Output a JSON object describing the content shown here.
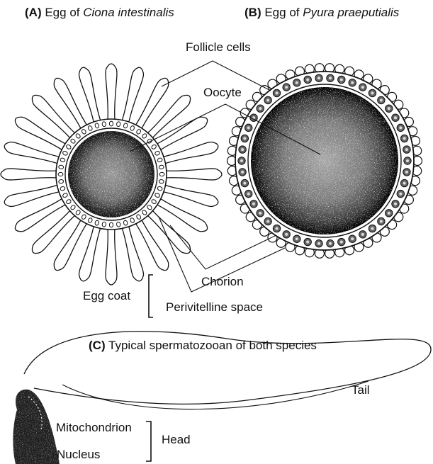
{
  "panels": {
    "a": {
      "letter": "(A)",
      "prefix": "Egg of",
      "species": "Ciona intestinalis"
    },
    "b": {
      "letter": "(B)",
      "prefix": "Egg of",
      "species": "Pyura praeputialis"
    },
    "c": {
      "letter": "(C)",
      "caption": "Typical spermatozooan of both species"
    }
  },
  "labels": {
    "follicle_cells": "Follicle cells",
    "oocyte": "Oocyte",
    "chorion": "Chorion",
    "egg_coat": "Egg coat",
    "perivitelline_space": "Perivitelline space",
    "tail": "Tail",
    "mitochondrion": "Mitochondrion",
    "nucleus": "Nucleus",
    "head": "Head"
  }
}
